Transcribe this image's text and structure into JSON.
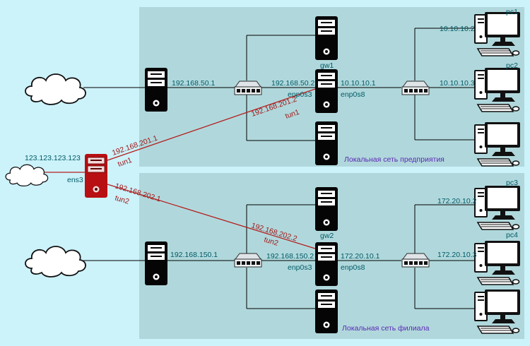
{
  "colors": {
    "background": "#ccf2fa",
    "zone": "#b0d8dc",
    "wire": "#000000",
    "tunnel": "#b41e1e",
    "router": "#b80f12",
    "text": "#005a66",
    "tunnel_text": "#a01818",
    "caption": "#5a28b4"
  },
  "zones": {
    "enterprise_caption": "Локальная сеть предприятия",
    "branch_caption": "Локальная сеть филиала"
  },
  "icons": {
    "internet": "cloud-icon",
    "server": "server-icon",
    "router": "router-icon",
    "switch": "switch-icon",
    "workstation": "desktop-pc-icon"
  },
  "router": {
    "wan_ip": "123.123.123.123",
    "wan_if": "ens3",
    "tun1_ip": "192.168.201.1",
    "tun1_if": "tun1",
    "tun2_ip": "192.168.202.1",
    "tun2_if": "tun2"
  },
  "site1": {
    "edge_ip": "192.168.50.1",
    "gw_name": "gw1",
    "gw_ip_left": "192.168.50.2",
    "gw_if_left": "enp0s3",
    "gw_ip_right": "10.10.10.1",
    "gw_if_right": "enp0s8",
    "tun_ip": "192.168.201.2",
    "tun_if": "tun1",
    "pcs": [
      {
        "name": "pc1",
        "ip": "10.10.10.2"
      },
      {
        "name": "pc2",
        "ip": "10.10.10.3"
      },
      {
        "name": "",
        "ip": ""
      }
    ]
  },
  "site2": {
    "edge_ip": "192.168.150.1",
    "gw_name": "gw2",
    "gw_ip_left": "192.168.150.2",
    "gw_if_left": "enp0s3",
    "gw_ip_right": "172.20.10.1",
    "gw_if_right": "enp0s8",
    "tun_ip": "192.168.202.2",
    "tun_if": "tun2",
    "pcs": [
      {
        "name": "pc3",
        "ip": "172.20.10.2"
      },
      {
        "name": "pc4",
        "ip": "172.20.10.3"
      },
      {
        "name": "",
        "ip": ""
      }
    ]
  }
}
